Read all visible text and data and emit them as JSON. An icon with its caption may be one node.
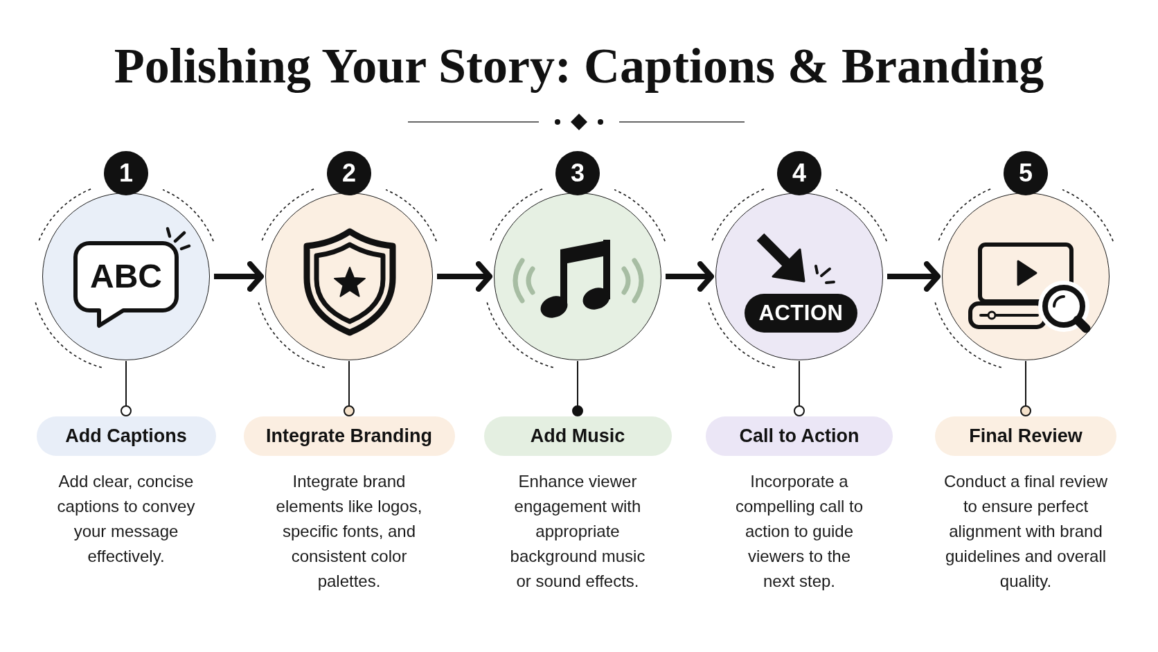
{
  "diagram": {
    "title": "Polishing Your Story: Captions & Branding",
    "nodes": [
      {
        "text": [
          "1"
        ]
      },
      {
        "text": [],
        "shape": "circle"
      },
      {
        "text": [
          "ABC"
        ],
        "in": 1
      },
      {
        "text": [
          "Add Captions"
        ],
        "beside": [
          "Add clear, concise captions to convey your message effectively."
        ]
      },
      {
        "text": [
          "2"
        ]
      },
      {
        "text": [],
        "shape": "circle"
      },
      {
        "text": [
          "Integrate Branding"
        ],
        "beside": [
          "Integrate brand elements like logos, specific fonts, and consistent color palettes."
        ]
      },
      {
        "text": [
          "3"
        ]
      },
      {
        "text": [],
        "shape": "circle"
      },
      {
        "text": [
          "Add Music"
        ],
        "beside": [
          "Enhance viewer engagement with appropriate background music or sound effects."
        ]
      },
      {
        "text": [
          "4"
        ]
      },
      {
        "text": [],
        "shape": "circle"
      },
      {
        "text": [
          "ACTION"
        ],
        "in": 11
      },
      {
        "text": [
          "Call to Action"
        ],
        "beside": [
          "Incorporate a compelling call to action to guide viewers to the next step."
        ]
      },
      {
        "text": [
          "5"
        ]
      },
      {
        "text": [],
        "shape": "circle"
      },
      {
        "text": [
          "Final Review"
        ],
        "beside": [
          "Conduct a final review to ensure perfect alignment with brand guidelines and overall quality."
        ]
      }
    ],
    "edges": [
      {
        "from": 1,
        "to": 3,
        "arrow": "other"
      },
      {
        "from": 1,
        "to": 5,
        "arrow": "to",
        "style": "thick"
      },
      {
        "from": 5,
        "to": 6,
        "arrow": "other"
      },
      {
        "from": 5,
        "to": 8,
        "arrow": "to",
        "style": "thick"
      },
      {
        "from": 8,
        "to": 9,
        "arrow": "other"
      },
      {
        "from": 8,
        "to": 11,
        "arrow": "to",
        "style": "thick"
      },
      {
        "from": 11,
        "to": 13,
        "arrow": "other"
      },
      {
        "from": 11,
        "to": 15,
        "arrow": "to",
        "style": "thick"
      },
      {
        "from": 15,
        "to": 16,
        "arrow": "other"
      }
    ]
  }
}
